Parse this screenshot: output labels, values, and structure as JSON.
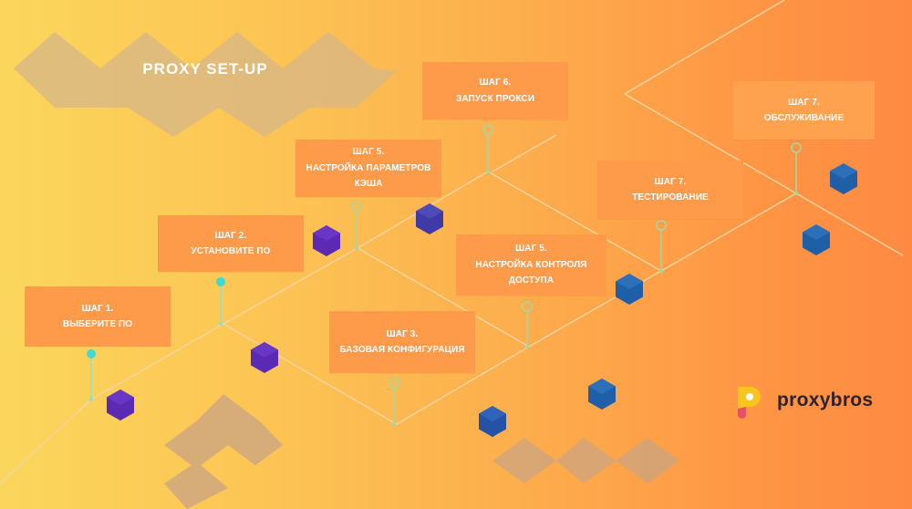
{
  "title": "PROXY SET-UP",
  "steps": [
    {
      "id": "s1",
      "line1": "ШАГ 1.",
      "line2": "ВЫБЕРИТЕ ПО"
    },
    {
      "id": "s2",
      "line1": "ШАГ 2.",
      "line2": "УСТАНОВИТЕ ПО"
    },
    {
      "id": "s3",
      "line1": "ШАГ 3.",
      "line2": "БАЗОВАЯ КОНФИГУРАЦИЯ"
    },
    {
      "id": "s5a",
      "line1": "ШАГ 5.",
      "line2": "НАСТРОЙКА ПАРАМЕТРОВ КЭША"
    },
    {
      "id": "s6",
      "line1": "ШАГ 6.",
      "line2": "ЗАПУСК ПРОКСИ"
    },
    {
      "id": "s5b",
      "line1": "ШАГ 5.",
      "line2": "НАСТРОЙКА КОНТРОЛЯ ДОСТУПА"
    },
    {
      "id": "s7a",
      "line1": "ШАГ 7.",
      "line2": "ТЕСТИРОВАНИЕ"
    },
    {
      "id": "s7b",
      "line1": "ШАГ 7.",
      "line2": "ОБСЛУЖИВАНИЕ"
    }
  ],
  "logo": {
    "text": "proxybros"
  },
  "colors": {
    "card": "#fd9b4b",
    "text": "#ffffff",
    "line": "#f2d2a0",
    "pin_filled": "#44d9d2",
    "pin_hollow": "#9fcf9a",
    "cube_purple": "#5b2bb3",
    "cube_blue": "#1f5fa8",
    "tile": "#d6b384"
  }
}
